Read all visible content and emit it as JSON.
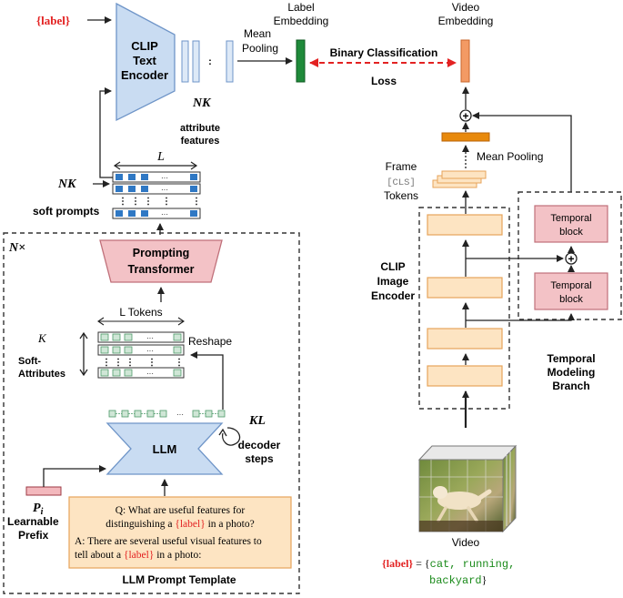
{
  "colors": {
    "encoder_blue": "#c9dcf2",
    "encoder_stroke": "#6f95c8",
    "token_blue": "#2f78c4",
    "label_green": "#1f8a3a",
    "video_orange": "#f39a64",
    "frame_orange": "#fde4c2",
    "frame_stroke": "#e7a35a",
    "pool_orange": "#e8890c",
    "temporal_pink": "#f3c2c6",
    "temporal_stroke": "#c0707a",
    "soft_attr_green": "#cfe6d6",
    "soft_attr_stroke": "#4d9a6a",
    "prompt_template_fill": "#fde4c2",
    "loss_red": "#e32222",
    "label_red": "#e32222",
    "prefix_fill": "#f3b8bd",
    "code_green": "#1a8a1a"
  },
  "text_encoder": {
    "label_tag": "{label}",
    "title_line1": "CLIP",
    "title_line2": "Text",
    "title_line3": "Encoder",
    "nk": "NK",
    "attribute_features_line1": "attribute",
    "attribute_features_line2": "features",
    "mean_pooling_line1": "Mean",
    "mean_pooling_line2": "Pooling",
    "dots": ":"
  },
  "embeddings": {
    "label_embedding_line1": "Label",
    "label_embedding_line2": "Embedding",
    "video_embedding_line1": "Video",
    "video_embedding_line2": "Embedding",
    "binary_classification": "Binary Classification",
    "loss": "Loss"
  },
  "soft_prompts": {
    "L": "L",
    "NK": "NK",
    "label": "soft prompts",
    "dots": "···"
  },
  "llm_block": {
    "nx": "N×",
    "prompting_transformer_line1": "Prompting",
    "prompting_transformer_line2": "Transformer",
    "l_tokens": "L Tokens",
    "K": "K",
    "soft_attributes_line1": "Soft-",
    "soft_attributes_line2": "Attributes",
    "reshape": "Reshape",
    "llm": "LLM",
    "KL": "KL",
    "decoder_steps_line1": "decoder",
    "decoder_steps_line2": "steps",
    "p_i": "P",
    "p_i_sub": "i",
    "learnable_line1": "Learnable",
    "learnable_line2": "Prefix",
    "q_line1": "Q: What are useful features for",
    "q_line2_pre": "distinguishing a ",
    "q_line2_label": "{label}",
    "q_line2_post": " in a photo?",
    "a_line1": "A: There are several useful visual features to",
    "a_line2_pre": "tell about a ",
    "a_line2_label": "{label}",
    "a_line2_post": " in a photo:",
    "template_title": "LLM Prompt Template",
    "dots": "···"
  },
  "video_branch": {
    "frame_line1": "Frame",
    "frame_line2": "[CLS]",
    "frame_line3": "Tokens",
    "mean_pooling": "Mean Pooling",
    "clip_image_line1": "CLIP",
    "clip_image_line2": "Image",
    "clip_image_line3": "Encoder",
    "temporal_block_line1": "Temporal",
    "temporal_block_line2": "block",
    "temporal_modeling_line1": "Temporal",
    "temporal_modeling_line2": "Modeling",
    "temporal_modeling_line3": "Branch",
    "video": "Video",
    "plus": "+",
    "label_def_tag": "{label}",
    "label_def_eq": " = {",
    "label_def_line1": "cat, running,",
    "label_def_line2": "backyard",
    "label_def_close": "}"
  }
}
